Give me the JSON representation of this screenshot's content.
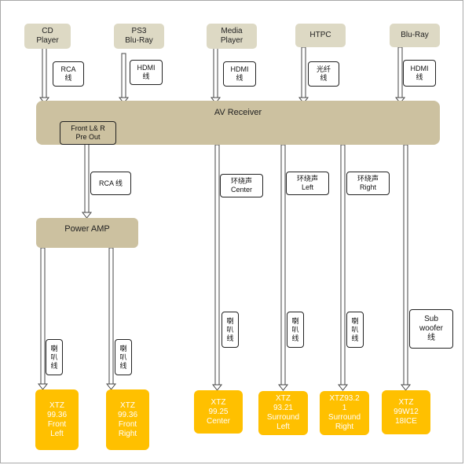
{
  "sources": [
    {
      "id": "cd",
      "label": "CD\nPlayer",
      "cable": "RCA\n线"
    },
    {
      "id": "ps3",
      "label": "PS3\nBlu-Ray",
      "cable": "HDMI\n线"
    },
    {
      "id": "media",
      "label": "Media\nPlayer",
      "cable": "HDMI\n线"
    },
    {
      "id": "htpc",
      "label": "HTPC",
      "cable": "光纤\n线"
    },
    {
      "id": "bluray",
      "label": "Blu-Ray",
      "cable": "HDMI\n线"
    }
  ],
  "receiver": {
    "title": "AV Receiver",
    "preout": "Front L& R\nPre Out"
  },
  "preout_cable": "RCA 线",
  "amp": {
    "title": "Power AMP"
  },
  "receiver_outputs": [
    {
      "id": "center",
      "label": "环绕声\nCenter"
    },
    {
      "id": "left",
      "label": "环绕声\nLeft"
    },
    {
      "id": "right",
      "label": "环绕声\nRight"
    }
  ],
  "speaker_cables": [
    {
      "id": "fl",
      "label": "喇\n叭\n线"
    },
    {
      "id": "fr",
      "label": "喇\n叭\n线"
    },
    {
      "id": "c",
      "label": "喇\n叭\n线"
    },
    {
      "id": "sl",
      "label": "喇\n叭\n线"
    },
    {
      "id": "sr",
      "label": "喇\n叭\n线"
    },
    {
      "id": "sub",
      "label": "Sub\nwoofer\n线"
    }
  ],
  "speakers": [
    {
      "id": "fl",
      "label": "XTZ\n99.36\nFront\nLeft"
    },
    {
      "id": "fr",
      "label": "XTZ\n99.36\nFront\nRight"
    },
    {
      "id": "c",
      "label": "XTZ\n99.25\nCenter"
    },
    {
      "id": "sl",
      "label": "XTZ\n93.21\nSurround\nLeft"
    },
    {
      "id": "sr",
      "label": "XTZ93.2\n1\nSurround\nRight"
    },
    {
      "id": "sub",
      "label": "XTZ\n99W12\n18ICE"
    }
  ]
}
